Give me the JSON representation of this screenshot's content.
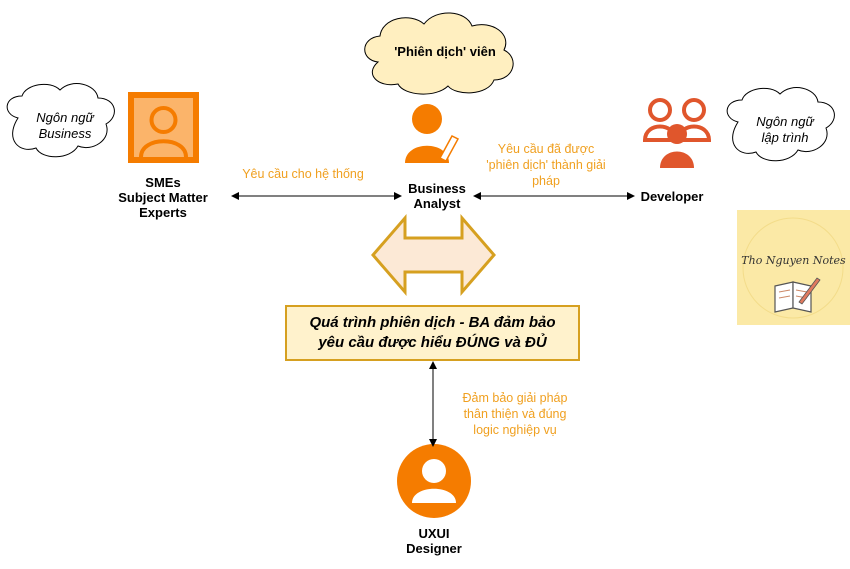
{
  "clouds": {
    "translator": "'Phiên dịch' viên",
    "business_language": "Ngôn ngữ\nBusiness",
    "programming_language": "Ngôn ngữ\nlập trình"
  },
  "actors": {
    "smes": "SMEs\nSubject Matter\nExperts",
    "business_analyst": "Business\nAnalyst",
    "developer": "Developer",
    "uxui": "UXUI\nDesigner"
  },
  "edges": {
    "sme_to_ba": "Yêu cầu cho hệ thống",
    "ba_to_dev": "Yêu cầu đã được\n'phiên dịch' thành giải\npháp",
    "process_to_uxui": "Đảm bảo giải pháp\nthân thiện và đúng\nlogic nghiệp vụ"
  },
  "process_box": "Quá trình phiên dịch - BA đảm bảo\nyêu cầu được hiểu ĐÚNG và ĐỦ",
  "logo_text": "Tho Nguyen Notes",
  "colors": {
    "accent_orange": "#f0a020",
    "icon_orange": "#f57c00",
    "developer_red": "#e0562c",
    "process_fill": "#fff2cc",
    "process_border": "#d6a020",
    "cloud_fill": "#ffefc0"
  }
}
